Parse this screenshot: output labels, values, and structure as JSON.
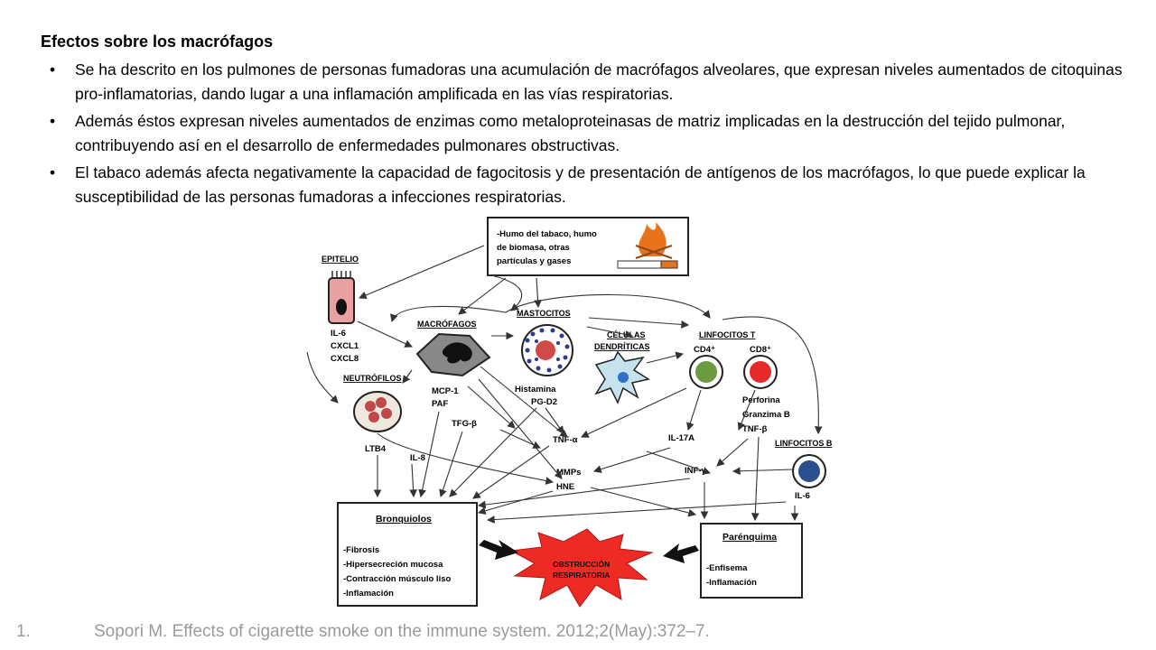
{
  "slide": {
    "heading": "Efectos sobre los macrófagos",
    "bullets": [
      "Se ha descrito en los pulmones de personas fumadoras una acumulación de macrófagos alveolares, que expresan niveles aumentados de citoquinas pro-inflamatorias, dando lugar a una inflamación amplificada en las vías respiratorias.",
      "Además éstos expresan niveles aumentados de enzimas como metaloproteinasas de matriz implicadas en la destrucción del tejido pulmonar, contribuyendo así en el desarrollo de enfermedades pulmonares obstructivas.",
      "El tabaco además afecta negativamente la capacidad de fagocitosis y de presentación de antígenos de los macrófagos, lo que puede explicar la susceptibilidad de las personas fumadoras a infecciones respiratorias."
    ],
    "bullet_symbol": "•",
    "citation_number": "1.",
    "citation_text": "Sopori M. Effects of cigarette smoke on the immune system. 2012;2(May):372–7."
  },
  "diagram": {
    "source_box": [
      "-Humo del tabaco, humo",
      "de biomasa, otras",
      "partículas y gases"
    ],
    "epitelio": "EPITELIO",
    "epitelio_products": [
      "IL-6",
      "CXCL1",
      "CXCL8"
    ],
    "macrofagos": "MACRÓFAGOS",
    "macrofagos_products": [
      "MCP-1",
      "PAF"
    ],
    "tfg": "TFG-β",
    "mastocitos": "MASTOCITOS",
    "mastocitos_products": [
      "Histamina",
      "PG-D2"
    ],
    "celulas_dendriticas": [
      "CÉLULAS",
      "DENDRÍTICAS"
    ],
    "linfocitos_t": "LINFOCITOS T",
    "cd4": "CD4⁺",
    "cd8": "CD8⁺",
    "cd8_products": [
      "Perforina",
      "Granzima B",
      "TNF-β"
    ],
    "neutrofilos": "NEUTRÓFILOS",
    "ltb4": "LTB4",
    "il8": "IL-8",
    "tnf": "TNF-α",
    "il17a": "IL-17A",
    "mmps": [
      "MMPs",
      "HNE"
    ],
    "infg": "INF-γ",
    "linfocitos_b": "LINFOCITOS B",
    "il6_b": "IL-6",
    "bronquiolos_title": "Bronquiolos",
    "bronquiolos_items": [
      "-Fibrosis",
      "-Hipersecreción mucosa",
      "-Contracción músculo liso",
      "-Inflamación"
    ],
    "parenquima_title": "Parénquima",
    "parenquima_items": [
      "-Enfisema",
      "-Inflamación"
    ],
    "obstruccion": [
      "OBSTRUCCIÓN",
      "RESPIRATORIA"
    ],
    "colors": {
      "epitelio_cell": "#e8a0a0",
      "neutrofilo": "#c04848",
      "mastocito_dots": "#2e3a8c",
      "mastocito_core": "#d04a4a",
      "dendritica": "#c6e2ec",
      "cd4": "#6b9a40",
      "cd8": "#e62a2a",
      "linfocito_b": "#2c4f8f",
      "obstruccion": "#ee2a24",
      "fire": "#e8731c"
    }
  }
}
